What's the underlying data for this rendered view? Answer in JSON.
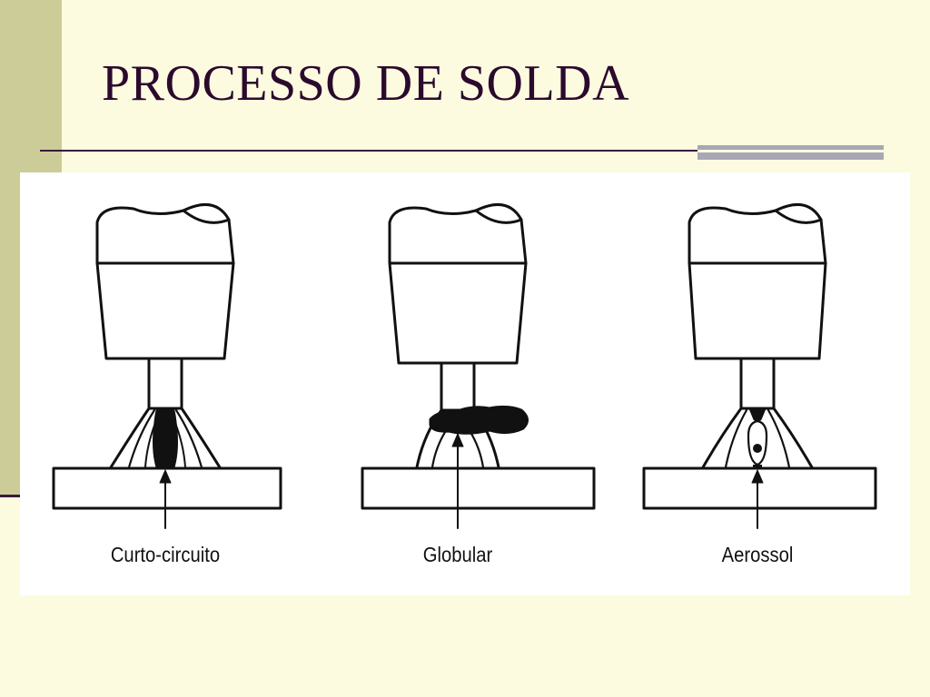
{
  "slide": {
    "title": "PROCESSO DE SOLDA",
    "colors": {
      "background": "#fdfbdf",
      "sidebar": "#cccc99",
      "title_text": "#2b0a2e",
      "rule": "#3a1a3c",
      "accent_bar": "#a8a7b4"
    }
  },
  "diagram": {
    "modes": [
      {
        "id": "short-circuit",
        "label": "Curto-circuito"
      },
      {
        "id": "globular",
        "label": "Globular"
      },
      {
        "id": "spray",
        "label": "Aerossol"
      }
    ]
  }
}
